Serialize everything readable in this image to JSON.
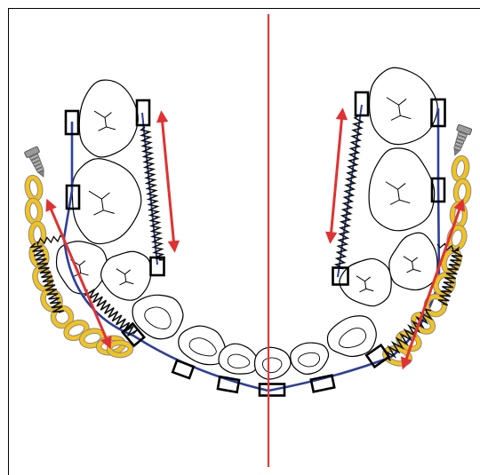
{
  "figure": {
    "kind": "orthodontic mandibular arch schematic",
    "background": "#ffffff",
    "colors": {
      "midline": "#e03a3a",
      "arrow": "#e03232",
      "archwire": "#2e3f9a",
      "elastic_chain": "#f2c21f",
      "elastic_outline": "#8a8a8a",
      "spring": "#111111",
      "bracket": "#000000",
      "tooth_outline": "#000000"
    },
    "elements": {
      "teeth": 14,
      "brackets": 14,
      "coil_springs": 4,
      "force_arrows": 4,
      "miniscrews": 2,
      "elastic_chains": 2
    },
    "icons": [
      "miniscrew-icon",
      "tooth-icon",
      "bracket-icon",
      "coil-spring-icon",
      "elastic-chain-icon",
      "force-arrow-icon"
    ]
  }
}
